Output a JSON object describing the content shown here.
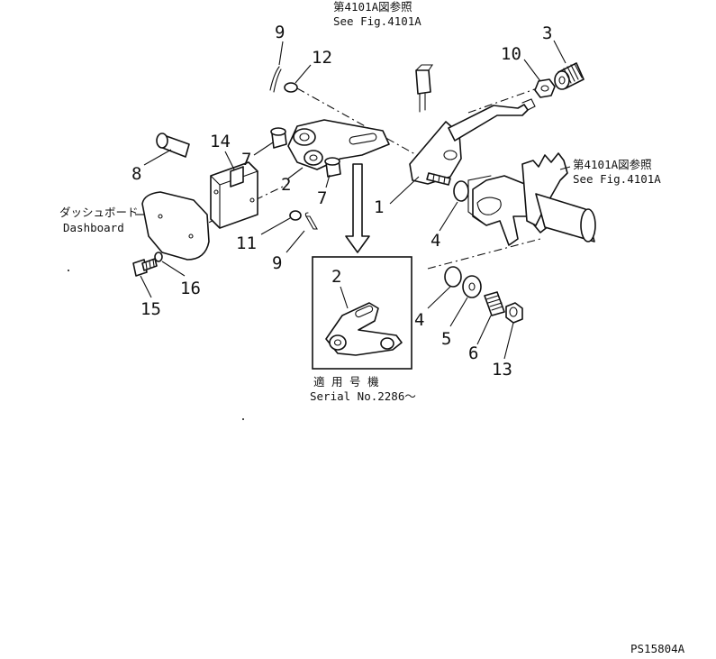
{
  "ref_top": {
    "line1": "第4101A図参照",
    "line2": "See Fig.4101A"
  },
  "ref_right": {
    "line1": "第4101A図参照",
    "line2": "See Fig.4101A"
  },
  "dashboard": {
    "line1": "ダッシュボード",
    "line2": "Dashboard"
  },
  "inset": {
    "number": "2",
    "line1": "適 用 号 機",
    "line2": "Serial No.2286～"
  },
  "part_numbers": {
    "p1": "1",
    "p2": "2",
    "p3": "3",
    "p4a": "4",
    "p4b": "4",
    "p5": "5",
    "p6": "6",
    "p7a": "7",
    "p7b": "7",
    "p8": "8",
    "p9a": "9",
    "p9b": "9",
    "p10": "10",
    "p11": "11",
    "p12": "12",
    "p13": "13",
    "p14": "14",
    "p15": "15",
    "p16": "16"
  },
  "figure_code": "PS15804A"
}
